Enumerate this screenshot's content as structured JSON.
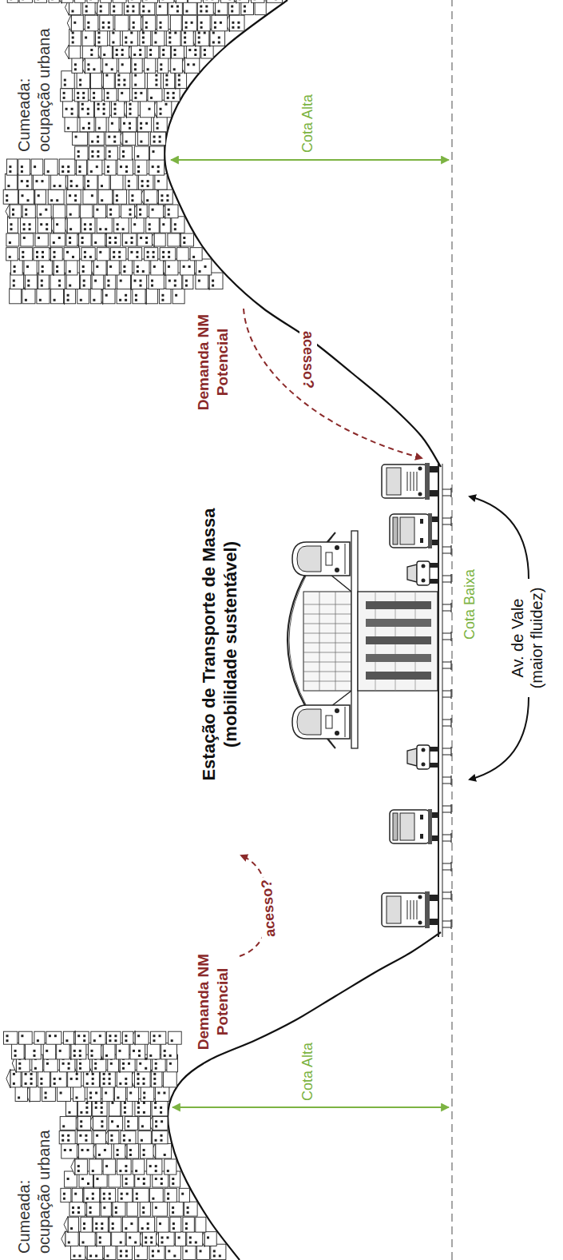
{
  "diagram": {
    "labels": [
      "Cumeada: ocupação urbana",
      "Cota Alta",
      "Demanda NM Potencial",
      "acesso?",
      "Estação de Transporte de Massa (mobilidade sustentável)",
      "Cota Baixa",
      "Av. de Vale (maior fluidez)",
      "Demanda NM Potencial",
      "acesso?",
      "Cumeada: ocupação urbana",
      "Cota Alta"
    ]
  }
}
